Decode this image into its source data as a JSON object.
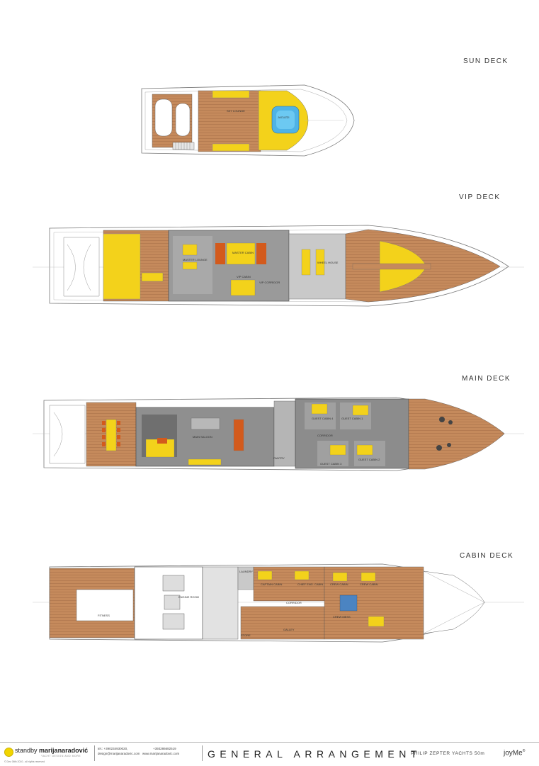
{
  "decks": [
    {
      "label": "SUN DECK"
    },
    {
      "label": "VIP DECK"
    },
    {
      "label": "MAIN DECK"
    },
    {
      "label": "CABIN DECK"
    }
  ],
  "rooms": {
    "sun_sky_lounge": "SKY LOUNGE",
    "sun_jacuzzi": "JACUZZI",
    "vip_master_lounge": "MASTER LOUNGE",
    "vip_master_cabin": "MASTER CABIN",
    "vip_cabin": "VIP CABIN",
    "vip_corridor": "VIP CORRIDOR",
    "vip_wheel_house": "WHEEL HOUSE",
    "main_saloon": "MAIN SALOON",
    "main_guest_cabin_4": "GUEST CABIN 4",
    "main_guest_cabin_1": "GUEST CABIN 1",
    "main_guest_cabin_3": "GUEST CABIN 3",
    "main_guest_cabin_2": "GUEST CABIN 2",
    "main_corridor": "CORRIDOR",
    "main_pantry": "PANTRY",
    "cabin_engine_room": "ENGINE ROOM",
    "cabin_fitness": "FITNESS",
    "cabin_laundry": "LAUNDRY",
    "cabin_captain": "CAPTAIN CABIN",
    "cabin_chief_eng": "CHIEF ENG. CABIN",
    "cabin_crew_1": "CREW CABIN",
    "cabin_crew_2": "CREW CABIN",
    "cabin_crew_mess": "CREW MESS",
    "cabin_galley": "GALLEY",
    "cabin_corridor": "CORRIDOR",
    "cabin_store": "STORE"
  },
  "footer": {
    "brand_light": "standby",
    "brand_bold": "marijanaradović",
    "brand_sub": "YACHT DESIGN AND MORE",
    "tel": "tel.: +390234930020,",
    "phone2": "+393286682519",
    "email": "design@marijanaradovic.com",
    "web": "www.marijanaradovic.com",
    "title": "GENERAL ARRANGEMENT",
    "yard": "PHILIP ZEPTER YACHTS 50m",
    "model": "joyMe",
    "model_mark": "®",
    "copyright": "© Dec 06th 2010 - all rights reserved"
  }
}
